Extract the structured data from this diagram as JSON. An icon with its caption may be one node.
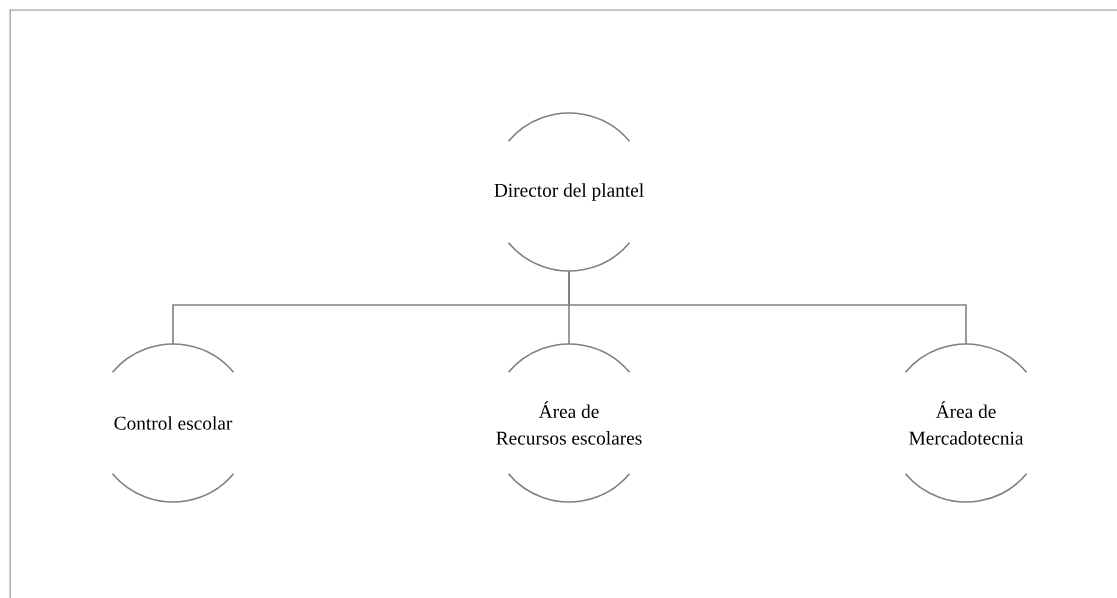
{
  "diagram": {
    "nodes": [
      {
        "text": [
          "Director del plantel"
        ]
      },
      {
        "text": [
          "Control escolar"
        ]
      },
      {
        "text": [
          "Área de",
          "Recursos escolares"
        ]
      },
      {
        "text": [
          "Área de",
          "Mercadotecnia"
        ]
      }
    ],
    "edges": [
      {
        "from": 0,
        "to": 1,
        "arrow": "none"
      },
      {
        "from": 0,
        "to": 2,
        "arrow": "none"
      },
      {
        "from": 0,
        "to": 3,
        "arrow": "none"
      }
    ]
  }
}
